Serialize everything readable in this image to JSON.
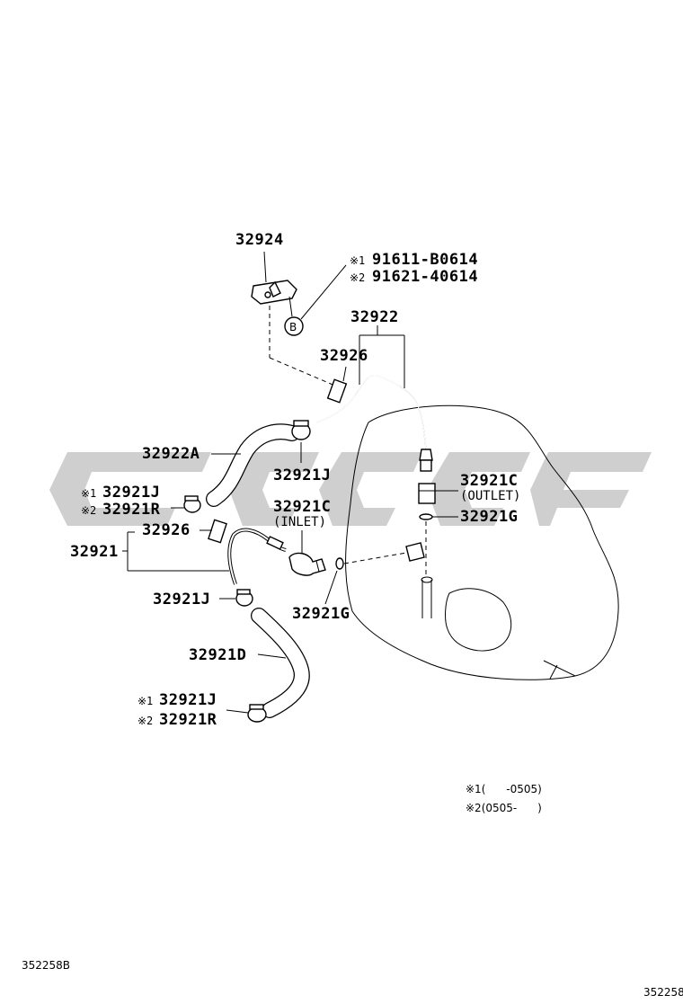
{
  "watermark_color": "#cfcfcf",
  "labels": {
    "p32924": "32924",
    "p32922": "32922",
    "p32926_top": "32926",
    "p32922A": "32922A",
    "p32921J_mid": "32921J",
    "p32921C_out": "32921C",
    "outlet": "(OUTLET)",
    "p32921G_right": "32921G",
    "p32921C_in": "32921C",
    "inlet": "(INLET)",
    "p32921J_left": "32921J",
    "p32921R_left": "32921R",
    "p32926_left": "32926",
    "p32921": "32921",
    "p32921J_low": "32921J",
    "p32921G_low": "32921G",
    "p32921D": "32921D",
    "p32921J_bot": "32921J",
    "p32921R_bot": "32921R",
    "bolt1": "91611-B0614",
    "bolt2": "91621-40614",
    "b_marker": "B"
  },
  "marks": {
    "m1": "※1",
    "m2": "※2"
  },
  "legend": {
    "l1": "※1(      -0505)",
    "l2": "※2(0505-      )"
  },
  "codes": {
    "diagram_ref": "352258B",
    "page_code": "352258"
  }
}
